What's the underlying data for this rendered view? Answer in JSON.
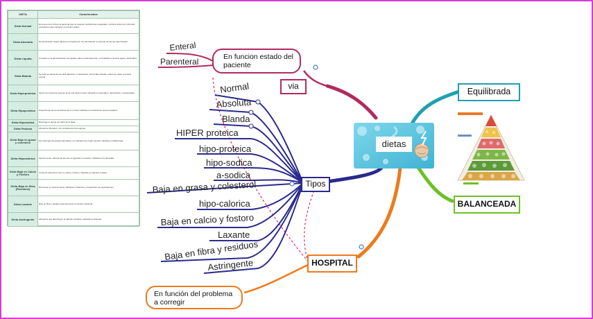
{
  "center": {
    "title": "dietas"
  },
  "table": {
    "header": [
      "DIETA",
      "Característica"
    ],
    "rows": [
      [
        "Dieta Normal",
        "Es la que se le ofrece al paciente que no requiere restricciones especiales, contiene todos los nutrientes necesarios para mantener una buena salud."
      ],
      [
        "Dieta Absoluta",
        "No administrar ningún alimento ni líquido por vía oral durante un periodo de tiempo determinado."
      ],
      [
        "Dieta Líquida",
        "Consiste en la administración de líquidos claros exclusivamente, su finalidad es aportar agua y electrolitos."
      ],
      [
        "Dieta Blanda",
        "Se basa en alimentos de fácil digestión y masticación, tras la fase líquida y antes de pasar a la dieta normal."
      ],
      [
        "Dieta Hiperproteica",
        "Aporte de proteínas superior al de una dieta normal, indicada en quemados, desnutridos y posoperados."
      ],
      [
        "Dieta Hipoproteica",
        "Proporciona menos proteínas de lo normal; indicada en insuficiencia renal y hepática."
      ],
      [
        "Dieta Hiposódica",
        "Restringe el aporte de sodio de la dieta."
      ],
      [
        "Dieta Pastosa",
        "Alimentos triturados y de consistencia homogénea."
      ],
      [
        "Dieta Baja en grasa y colesterol",
        "Se restringen las grasas saturadas y el colesterol de origen animal, indicada en dislipemias."
      ],
      [
        "Dieta Hipocalórica",
        "Aporta menos calorías de las que el organismo necesita, indicada en la obesidad."
      ],
      [
        "Dieta Baja en Calcio y Fósforo",
        "Limita los alimentos ricos en calcio y fósforo, indicada en cálculos renales."
      ],
      [
        "Dieta Baja en fibra (Residuos)",
        "Disminuye el volumen fecal, indicada en diarreas y preparación de exploraciones."
      ],
      [
        "Dieta Laxante",
        "Rica en fibra y líquidos para favorecer el tránsito intestinal."
      ],
      [
        "Dieta Astringente",
        "Alimentos que disminuyen el tránsito intestinal, indicada en diarreas."
      ]
    ]
  },
  "branches": {
    "via": "via",
    "tipos": "Tipos",
    "hospital": "HOSPITAL",
    "equilibrada": "Equilibrada",
    "balanceada": "BALANCEADA"
  },
  "via": {
    "box": "En funcion estado del paciente",
    "items": [
      "Enteral",
      "Parenteral"
    ]
  },
  "tipos": {
    "items": [
      "Normal",
      "Absoluta",
      "Blanda",
      "HIPER proteica",
      "hipo-proteica",
      "hipo-sodica",
      "a-sodica",
      "Baja en grasa y colesterol",
      "hipo-calorica",
      "Baja en calcio y fostoro",
      "Laxante",
      "Baja en fibra y residuos",
      "Astringente"
    ]
  },
  "hospital": {
    "box": "En función del problema a corregir"
  },
  "colors": {
    "frame": "#d63bd6",
    "via": "#b22a5e",
    "tipos": "#2a2a8c",
    "hospital": "#ee7a1a",
    "equilibrada": "#1fa0b0",
    "balanceada": "#6cc027",
    "dashed": "#e0245a"
  }
}
